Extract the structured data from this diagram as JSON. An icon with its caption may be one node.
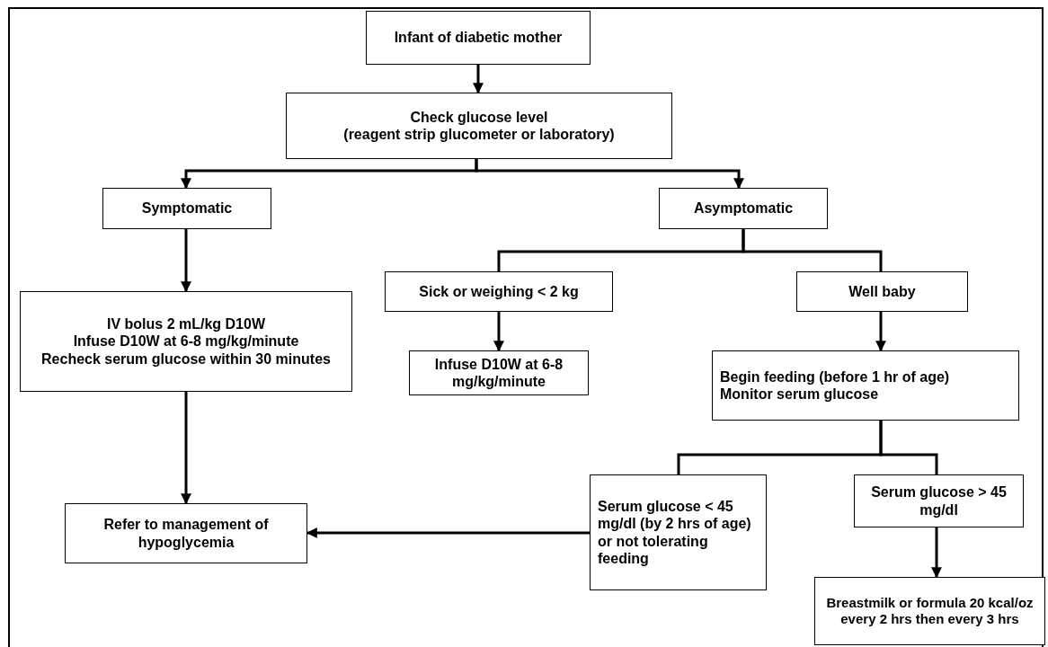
{
  "diagram": {
    "nodes": [
      {
        "text": [
          "Infant of diabetic mother"
        ]
      },
      {
        "text": [
          "Check glucose level",
          "(reagent strip glucometer or laboratory)"
        ]
      },
      {
        "text": [
          "Symptomatic"
        ]
      },
      {
        "text": [
          "Asymptomatic"
        ]
      },
      {
        "text": [
          "Sick or weighing < 2 kg"
        ]
      },
      {
        "text": [
          "Well baby"
        ]
      },
      {
        "text": [
          "IV bolus 2 mL/kg D10W",
          "Infuse D10W at 6-8 mg/kg/minute",
          "Recheck serum glucose within 30 minutes"
        ]
      },
      {
        "text": [
          "Infuse D10W at 6-8 mg/kg/minute"
        ]
      },
      {
        "text": [
          "Begin feeding (before 1 hr of age)",
          "Monitor serum glucose"
        ]
      },
      {
        "text": [
          "Serum glucose < 45 mg/dl (by 2 hrs of age) or not tolerating feeding"
        ]
      },
      {
        "text": [
          "Serum glucose > 45 mg/dl"
        ]
      },
      {
        "text": [
          "Refer to management of hypoglycemia"
        ]
      },
      {
        "text": [
          "Breastmilk or formula 20 kcal/oz every 2 hrs then every 3 hrs"
        ]
      }
    ],
    "edges": [
      {
        "from": 0,
        "to": 1,
        "arrow": "to"
      },
      {
        "from": 1,
        "to": 2,
        "arrow": "to"
      },
      {
        "from": 1,
        "to": 3,
        "arrow": "to"
      },
      {
        "from": 3,
        "to": 4,
        "arrow": "none"
      },
      {
        "from": 3,
        "to": 5,
        "arrow": "none"
      },
      {
        "from": 2,
        "to": 6,
        "arrow": "to"
      },
      {
        "from": 4,
        "to": 7,
        "arrow": "to"
      },
      {
        "from": 5,
        "to": 8,
        "arrow": "to"
      },
      {
        "from": 8,
        "to": 9,
        "arrow": "none"
      },
      {
        "from": 8,
        "to": 10,
        "arrow": "none"
      },
      {
        "from": 6,
        "to": 11,
        "arrow": "to"
      },
      {
        "from": 9,
        "to": 11,
        "arrow": "to"
      },
      {
        "from": 10,
        "to": 12,
        "arrow": "to"
      }
    ]
  }
}
